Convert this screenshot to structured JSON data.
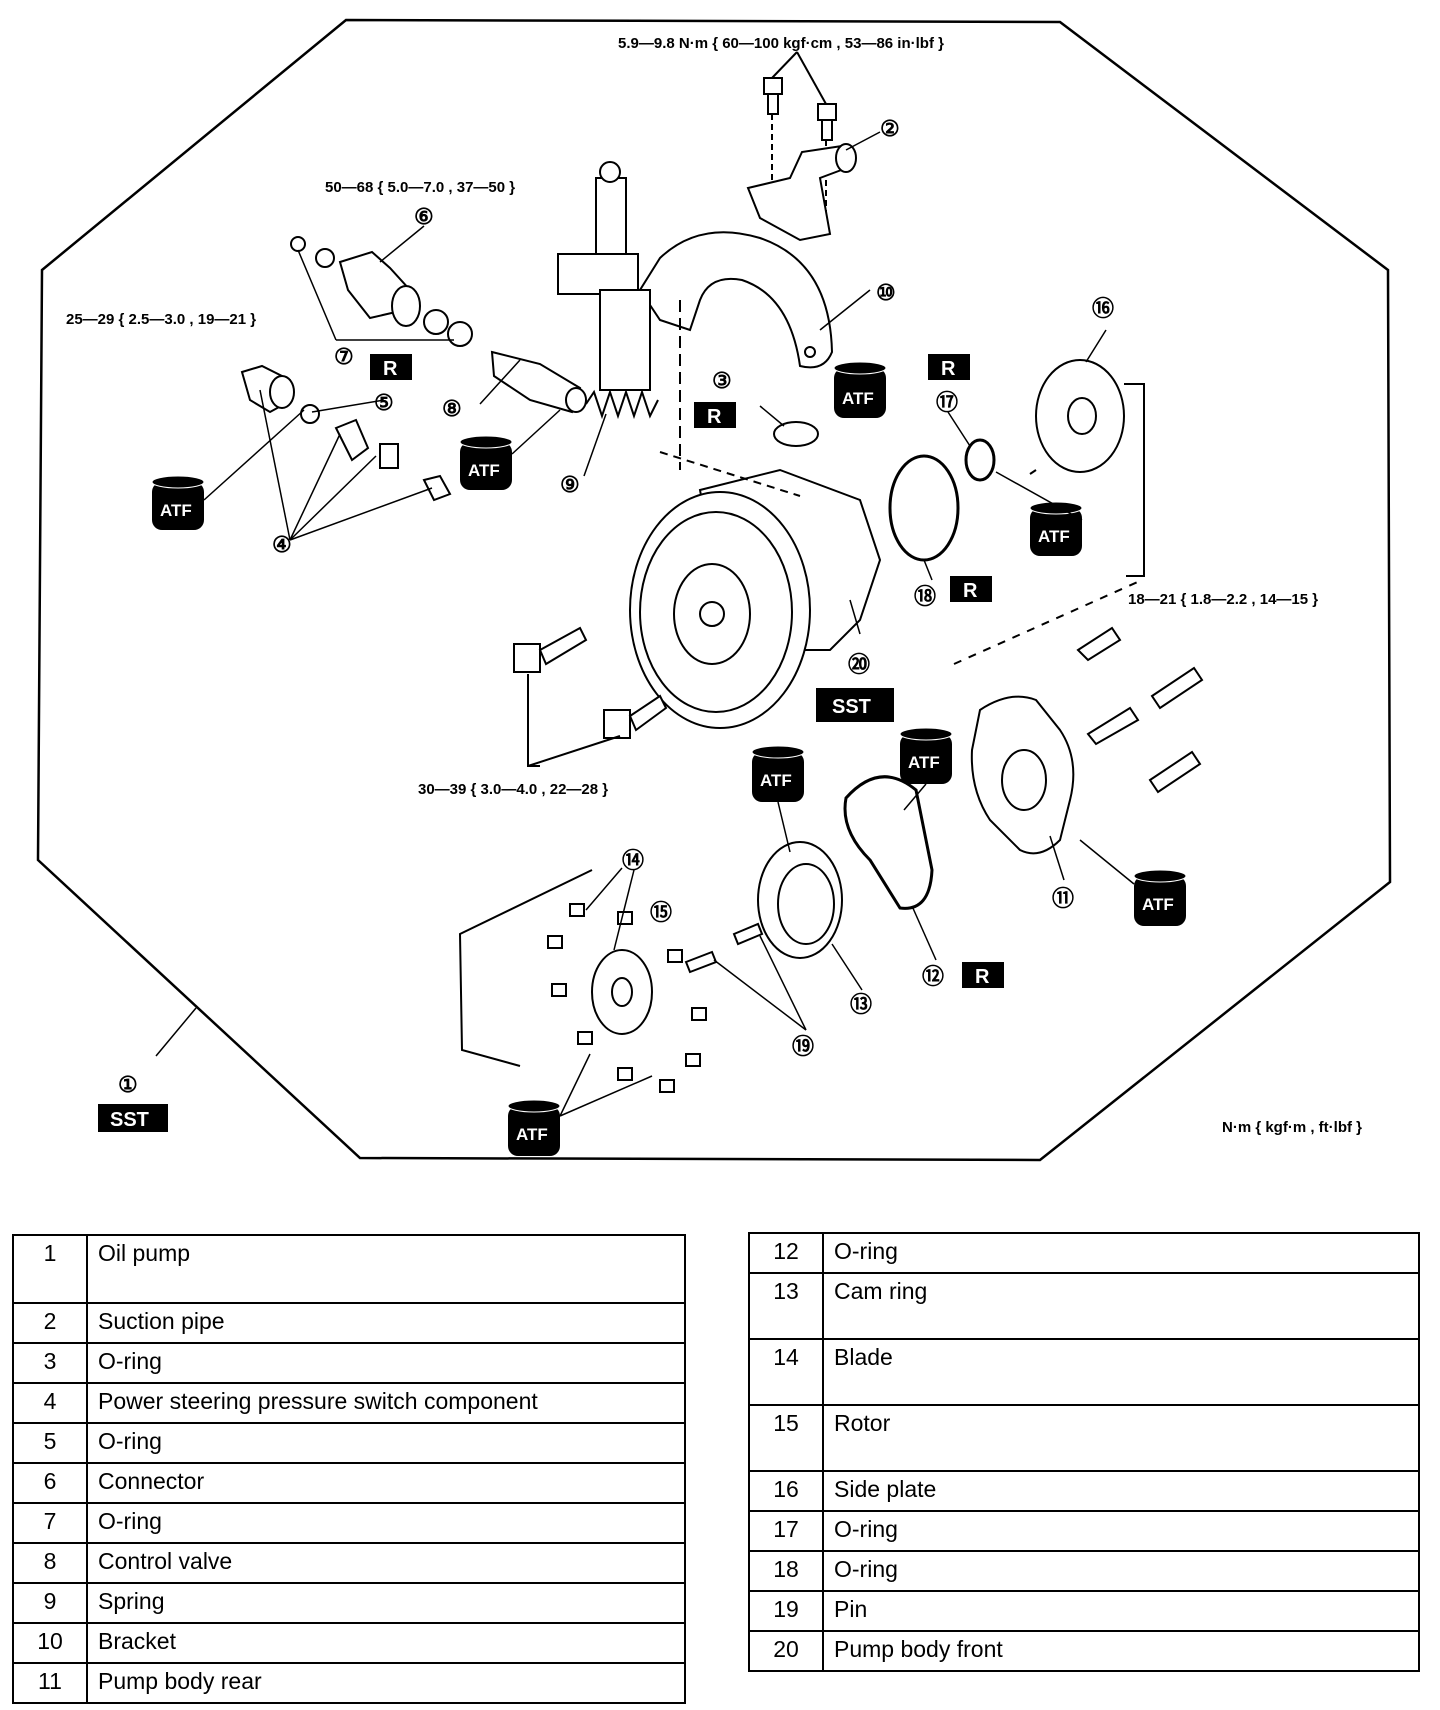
{
  "diagram": {
    "torque_specs": {
      "suction_pipe_bolts": "5.9—9.8 N·m { 60—100 kgf·cm , 53—86 in·lbf }",
      "connector": "50—68 { 5.0—7.0 , 37—50 }",
      "switch": "25—29 { 2.5—3.0 , 19—21 }",
      "rear_bolts": "18—21 { 1.8—2.2 , 14—15 }",
      "mount_bolts": "30—39 { 3.0—4.0 , 22—28 }",
      "unit_legend": "N·m { kgf·m , ft·lbf }"
    },
    "callouts": [
      "①",
      "②",
      "③",
      "④",
      "⑤",
      "⑥",
      "⑦",
      "⑧",
      "⑨",
      "⑩",
      "⑪",
      "⑫",
      "⑬",
      "⑭",
      "⑮",
      "⑯",
      "⑰",
      "⑱",
      "⑲",
      "⑳"
    ],
    "badges": {
      "replace": "R",
      "sst": "SST",
      "atf": "ATF"
    }
  },
  "parts_left": [
    {
      "no": "1",
      "name": "Oil pump"
    },
    {
      "no": "2",
      "name": "Suction pipe"
    },
    {
      "no": "3",
      "name": "O-ring"
    },
    {
      "no": "4",
      "name": "Power steering pressure switch component"
    },
    {
      "no": "5",
      "name": "O-ring"
    },
    {
      "no": "6",
      "name": "Connector"
    },
    {
      "no": "7",
      "name": "O-ring"
    },
    {
      "no": "8",
      "name": "Control valve"
    },
    {
      "no": "9",
      "name": "Spring"
    },
    {
      "no": "10",
      "name": "Bracket"
    },
    {
      "no": "11",
      "name": "Pump body rear"
    }
  ],
  "parts_right": [
    {
      "no": "12",
      "name": "O-ring"
    },
    {
      "no": "13",
      "name": "Cam ring"
    },
    {
      "no": "14",
      "name": "Blade"
    },
    {
      "no": "15",
      "name": "Rotor"
    },
    {
      "no": "16",
      "name": "Side plate"
    },
    {
      "no": "17",
      "name": "O-ring"
    },
    {
      "no": "18",
      "name": "O-ring"
    },
    {
      "no": "19",
      "name": "Pin"
    },
    {
      "no": "20",
      "name": "Pump body front"
    }
  ]
}
